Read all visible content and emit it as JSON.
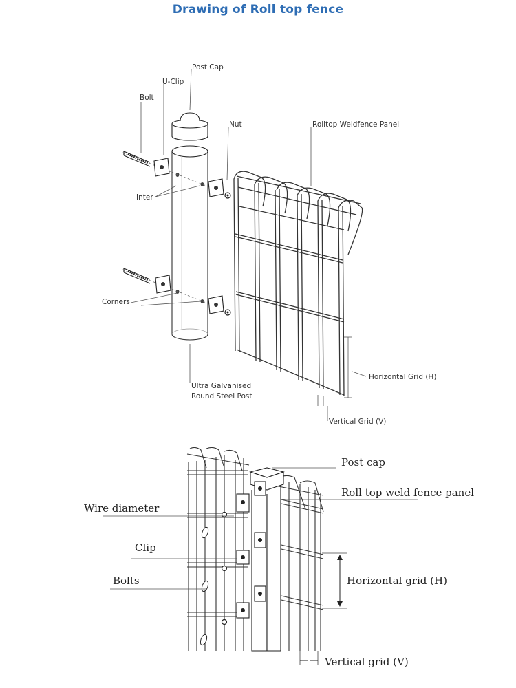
{
  "title": "Drawing of Roll top fence",
  "diagram1": {
    "labels": {
      "post_cap": "Post Cap",
      "u_clip": "U-Clip",
      "bolt": "Bolt",
      "nut": "Nut",
      "panel": "Rolltop Weldfence Panel",
      "inter": "Inter",
      "corners": "Corners",
      "post_line1": "Ultra Galvanised",
      "post_line2": "Round Steel Post",
      "horizontal_grid": "Horizontal Grid (H)",
      "vertical_grid": "Vertical Grid (V)"
    }
  },
  "diagram2": {
    "labels": {
      "post_cap": "Post cap",
      "panel": "Roll top weld fence panel",
      "wire_diameter": "Wire diameter",
      "clip": "Clip",
      "bolts": "Bolts",
      "horizontal_grid": "Horizontal grid (H)",
      "vertical_grid": "Vertical grid (V)"
    }
  }
}
